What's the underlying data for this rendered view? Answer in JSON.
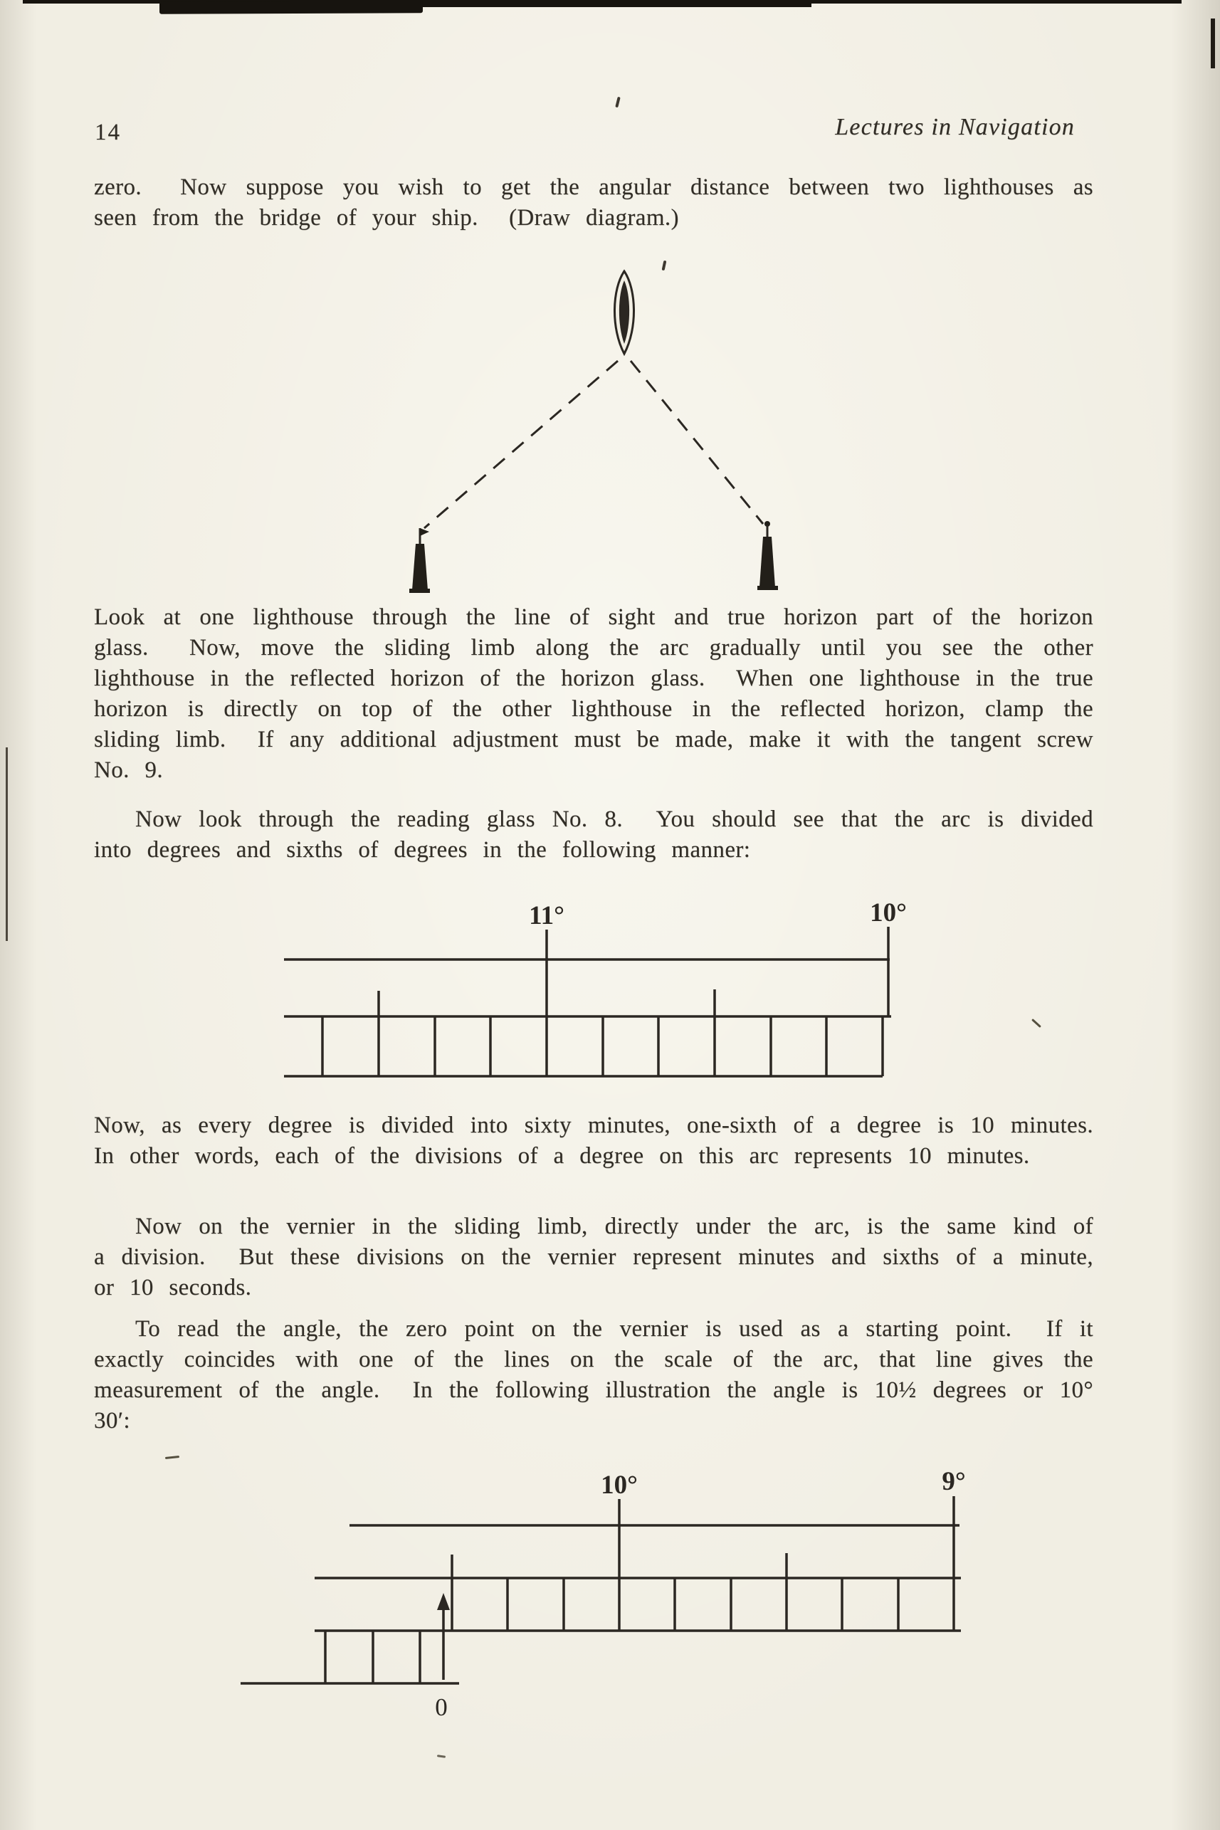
{
  "header": {
    "page_number": "14",
    "running_title": "Lectures in Navigation"
  },
  "body": {
    "p1": "zero.  Now suppose you wish to get the angular distance between two lighthouses as seen from the bridge of your ship.  (Draw diagram.)",
    "p2": "Look at one lighthouse through the line of sight and true horizon part of the horizon glass.  Now, move the sliding limb along the arc gradually until you see the other lighthouse in the reflected horizon of the horizon glass.  When one lighthouse in the true horizon is directly on top of the other lighthouse in the reflected horizon, clamp the sliding limb.  If any additional adjustment must be made, make it with the tangent screw No. 9.",
    "p3": "Now look through the reading glass No. 8.  You should see that the arc is divided into degrees and sixths of degrees in the following manner:",
    "p4": "Now, as every degree is divided into sixty minutes, one-sixth of a degree is 10 minutes.  In other words, each of the divisions of a degree on this arc represents 10 minutes.",
    "p5": "Now on the vernier in the sliding limb, directly under the arc, is the same kind of a division.  But these divisions on the vernier represent minutes and sixths of a minute, or 10 seconds.",
    "p6": "To read the angle, the zero point on the vernier is used as a starting point.  If it exactly coincides with one of the lines on the scale of the arc, that line gives the measurement of the angle.  In the following illustration the angle is 10½ degrees or 10° 30′:"
  },
  "figures": {
    "lighthouse_sight": {
      "description": "sextant sighting two lighthouses with dashed lines of sight"
    },
    "arc_scale_1": {
      "label_left": "11°",
      "label_right": "10°"
    },
    "arc_scale_2": {
      "label_left": "10°",
      "label_right": "9°",
      "vernier_zero": "0"
    }
  },
  "ink_color": "#2b2722",
  "paper_color": "#f1eee3"
}
